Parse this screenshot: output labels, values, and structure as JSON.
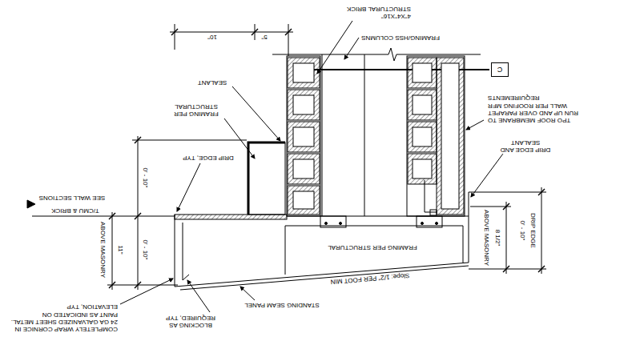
{
  "diagram": {
    "nodes": [
      {
        "text": [
          "C"
        ]
      }
    ],
    "labels": [
      "4\"X4\"X16\" STRUCTURAL BRICK",
      "10\"",
      "5\"",
      "FRAMING/HSS COLUMNS",
      "SEALANT",
      "TPO ROOF MEMBRANE TO RUN UP AND OVER PARAPET WALL PER ROOFING MFR REQUIREMENTS",
      "FRAMING PER STRUCTURAL",
      "DRIP EDGE AND SEALANT",
      "DRIP EDGE, TYP",
      "0' - 10\"",
      "SEE WALL SECTIONS",
      "T/CMU & BRICK",
      "0' - 10\"",
      "11\"",
      "ABOVE MASONRY",
      "FRAMING PER STRUCTURAL",
      "0' - 10\"",
      "DRIP EDGE",
      "8 1/2\"",
      "ABOVE MASONRY",
      "Slope: 1/2\" PER FOOT MIN",
      "STANDING SEAM PANEL",
      "COMPLETELY WRAP CORNICE IN 24 GA GALVANIZED SHEET METAL. PAINT AS INDICATED ON ELEVATION, TYP",
      "BLOCKING AS REQUIRED, TYP"
    ]
  }
}
